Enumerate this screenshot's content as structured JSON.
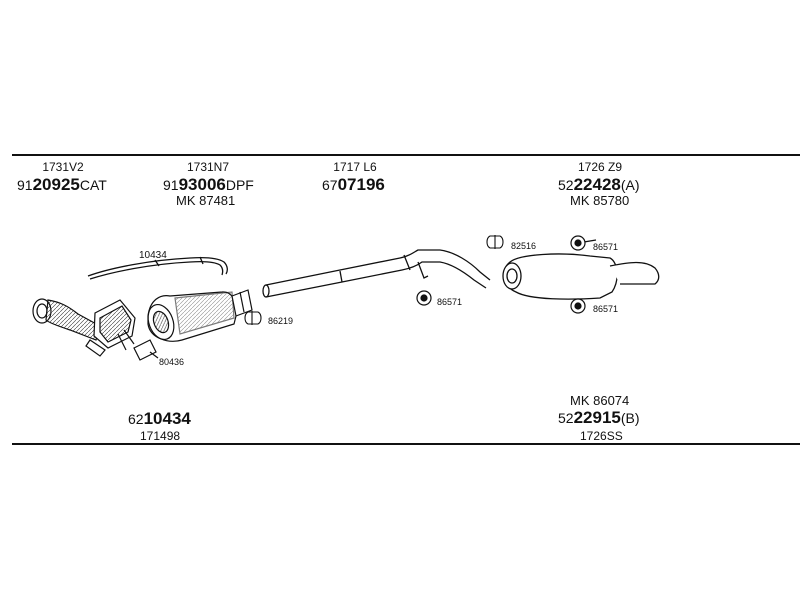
{
  "top_parts": [
    {
      "code": "1731V2",
      "prefix": "91",
      "number": "20925",
      "suffix": "CAT",
      "mk": ""
    },
    {
      "code": "1731N7",
      "prefix": "91",
      "number": "93006",
      "suffix": "DPF",
      "mk": "MK  87481"
    },
    {
      "code": "1717 L6",
      "prefix": "67",
      "number": "07196",
      "suffix": "",
      "mk": ""
    },
    {
      "code": "1726 Z9",
      "prefix": "52",
      "number": "22428",
      "suffix": "(A)",
      "mk": "MK  85780"
    }
  ],
  "bottom_parts": [
    {
      "mk": "",
      "prefix": "62",
      "number": "10434",
      "suffix": "",
      "code": "171498"
    },
    {
      "mk": "MK  86074",
      "prefix": "52",
      "number": "22915",
      "suffix": "(B)",
      "code": "1726SS"
    }
  ],
  "callouts": {
    "pipe_10434": "10434",
    "gasket_80436": "80436",
    "clamp_86219": "86219",
    "clamp_82516": "82516",
    "hanger_86571_mid": "86571",
    "hanger_86571_top": "86571",
    "hanger_86571_bottom": "86571"
  }
}
